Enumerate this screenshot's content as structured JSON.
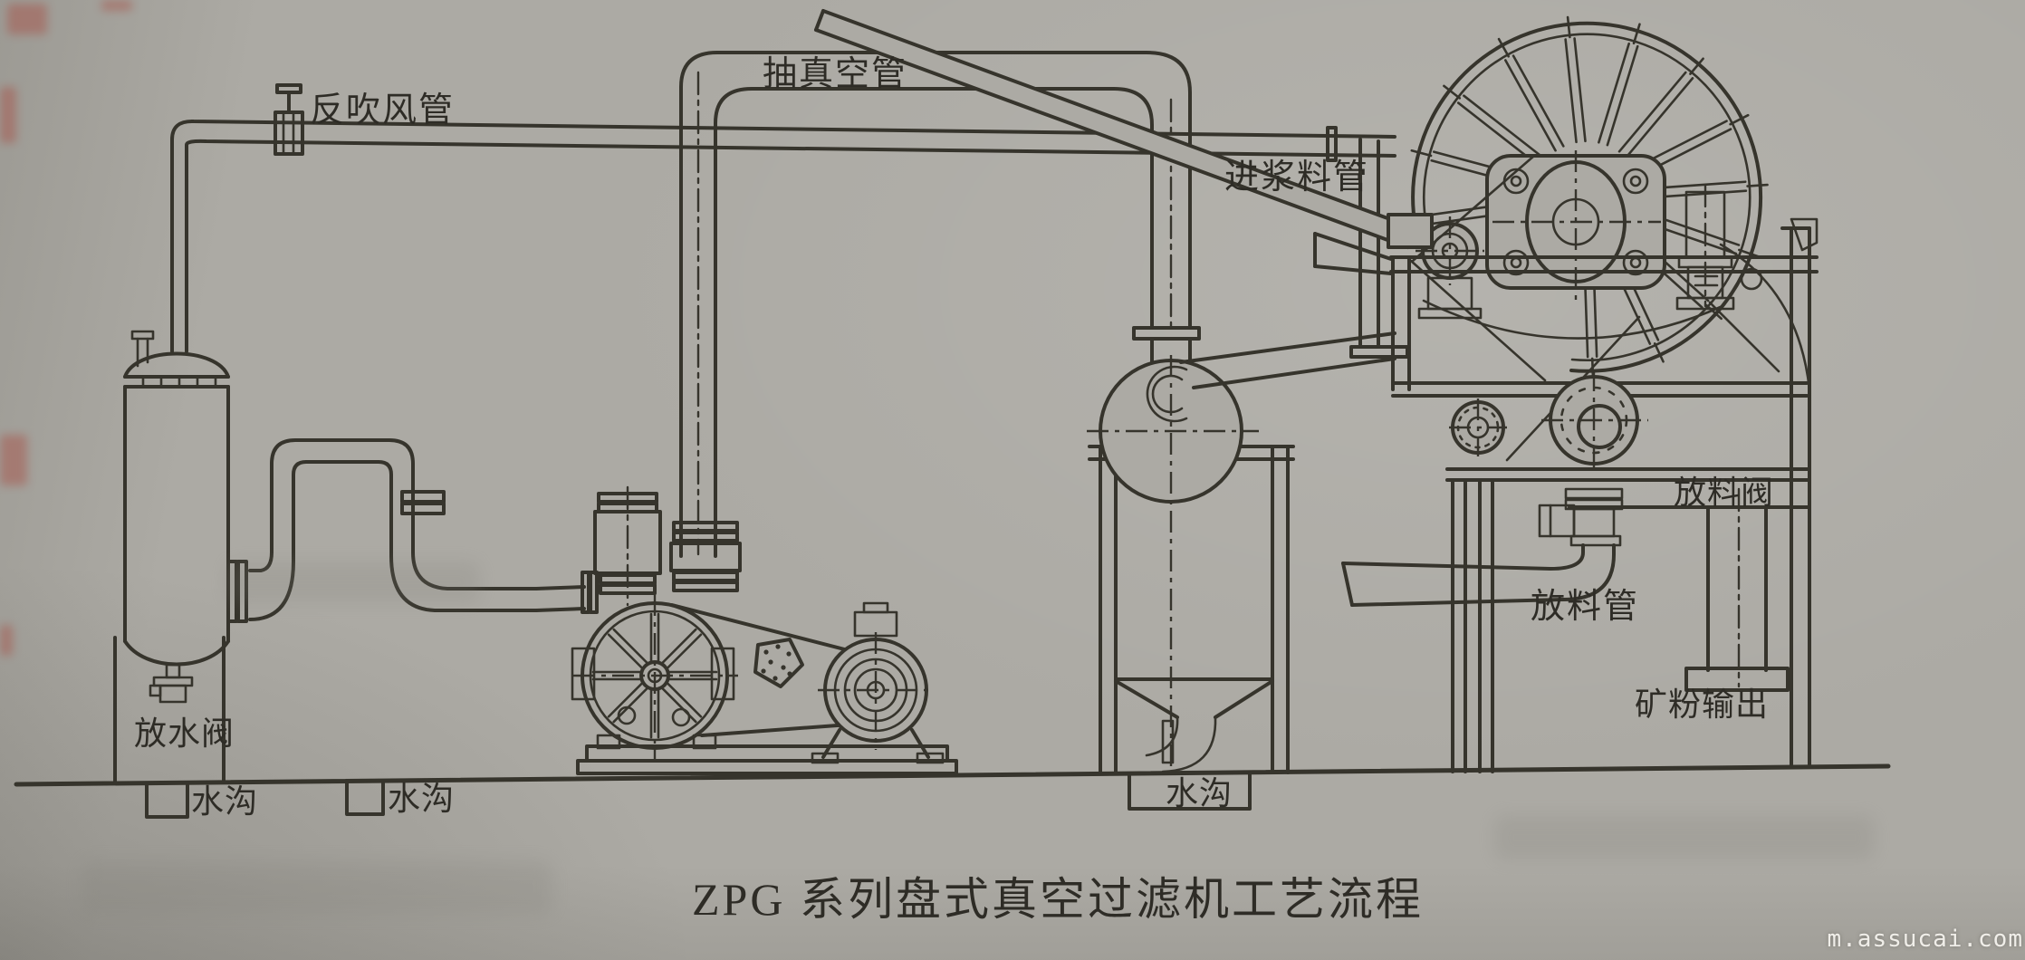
{
  "figure": {
    "caption": "ZPG 系列盘式真空过滤机工艺流程",
    "watermark": "m.assucai.com"
  },
  "labels": {
    "blowback_pipe": "反吹风管",
    "vacuum_pipe": "抽真空管",
    "slurry_feed_pipe": "进浆料管",
    "drain_valve": "放水阀",
    "ditch_1": "水沟",
    "ditch_2": "水沟",
    "ditch_3": "水沟",
    "discharge_valve": "放料阀",
    "discharge_pipe": "放料管",
    "ore_powder_output": "矿粉输出"
  },
  "colors": {
    "paper": "#acaaa4",
    "ink": "#36342c",
    "ink_text": "#2e2c26",
    "bleed_red": "#a8473c",
    "watermark": "#f0eee9"
  }
}
